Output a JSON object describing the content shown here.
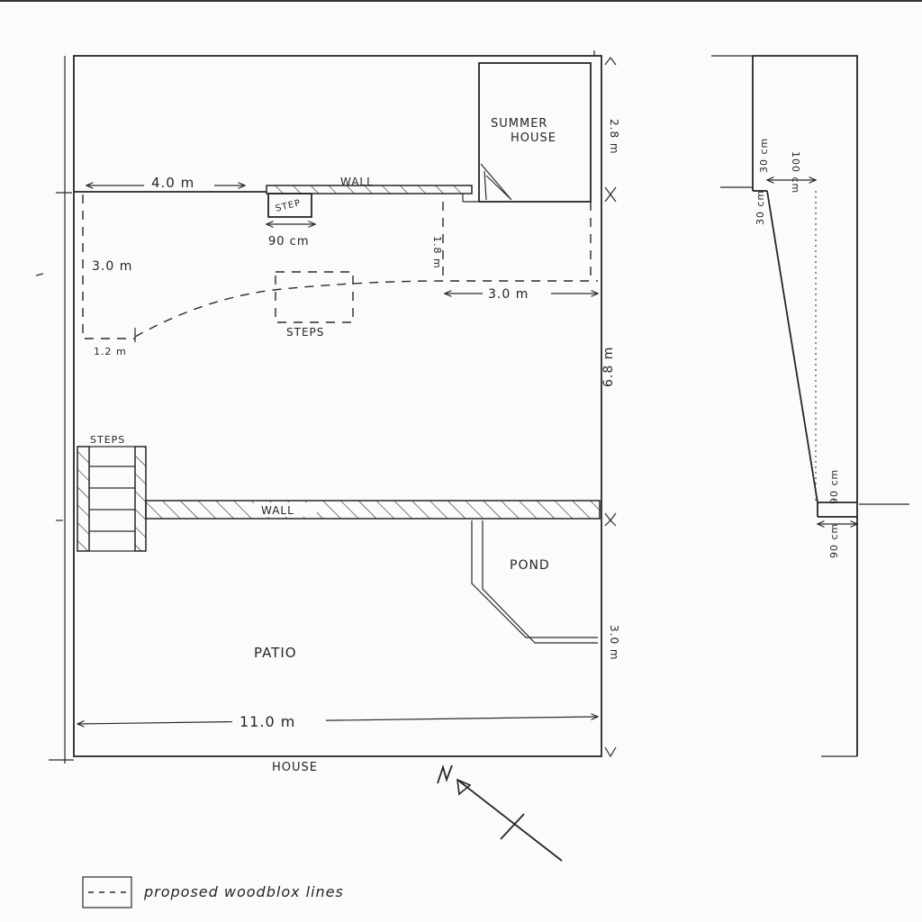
{
  "plan": {
    "labels": {
      "summer_house_line1": "SUMMER",
      "summer_house_line2": "HOUSE",
      "upper_wall": "WALL",
      "lower_wall": "WALL",
      "step": "STEP",
      "step_width": "90 cm",
      "steps_middle": "STEPS",
      "steps_left": "STEPS",
      "pond": "POND",
      "patio": "PATIO",
      "house": "HOUSE"
    },
    "dimensions": {
      "wall_left_length": "4.0 m",
      "left_bed_depth": "3.0 m",
      "left_bed_offset": "1.2 m",
      "right_bed_width": "3.0 m",
      "right_bed_depth": "1.8 m",
      "summer_house_depth": "2.8 m",
      "middle_depth": "6.8 m",
      "patio_depth": "3.0 m",
      "total_width": "11.0 m"
    }
  },
  "section": {
    "dimensions": {
      "top_step_height": "30 cm",
      "top_offset": "100 cm",
      "top_step_run": "30 cm",
      "bottom_step_height": "90 cm",
      "bottom_step_run": "90 cm"
    }
  },
  "legend": {
    "text": "proposed woodblox lines"
  },
  "colors": {
    "ink": "#262626",
    "paper": "#fbfbfa"
  },
  "icons": {
    "north_arrow": "north-arrow-icon"
  }
}
